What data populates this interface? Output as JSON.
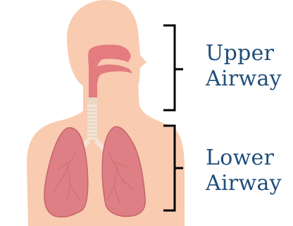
{
  "labels": {
    "upper": {
      "line1": "Upper",
      "line2": "Airway"
    },
    "lower": {
      "line1": "Lower",
      "line2": "Airway"
    }
  },
  "colors": {
    "skin": "#f9cbb0",
    "skin_shadow": "#f1b89a",
    "lung": "#dd7f84",
    "lung_dark": "#c4646b",
    "airway": "#e37b80",
    "trachea": "#f3e4d5",
    "bracket": "#000000",
    "label_text": "#1f4e79"
  }
}
